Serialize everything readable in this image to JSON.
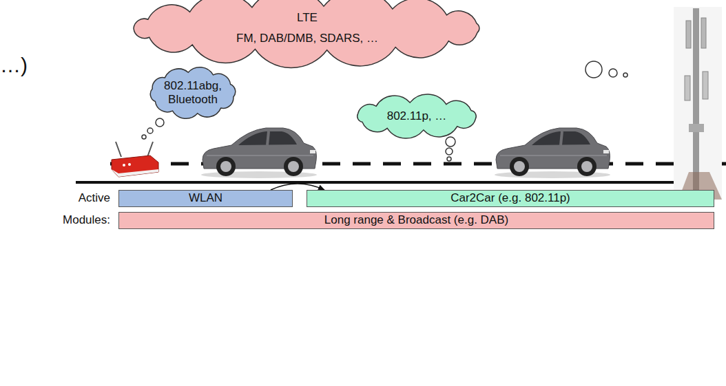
{
  "diagram": {
    "nodes": [
      {
        "text": [
          "LTE",
          "FM, DAB/DMB, SDARS, …"
        ]
      },
      {
        "text": [
          "802.11abg, Bluetooth"
        ]
      },
      {
        "text": [
          "802.11p, …"
        ]
      },
      {
        "text": [
          "WLAN"
        ]
      },
      {
        "text": [
          "Car2Car (e.g. 802.11p)"
        ]
      },
      {
        "text": [
          "Long range & Broadcast (e.g. DAB)"
        ]
      }
    ],
    "edges": [
      {
        "from": 3,
        "to": 4,
        "arrow": "to"
      }
    ],
    "labels": [
      "…)",
      "Active",
      "Modules:"
    ]
  }
}
